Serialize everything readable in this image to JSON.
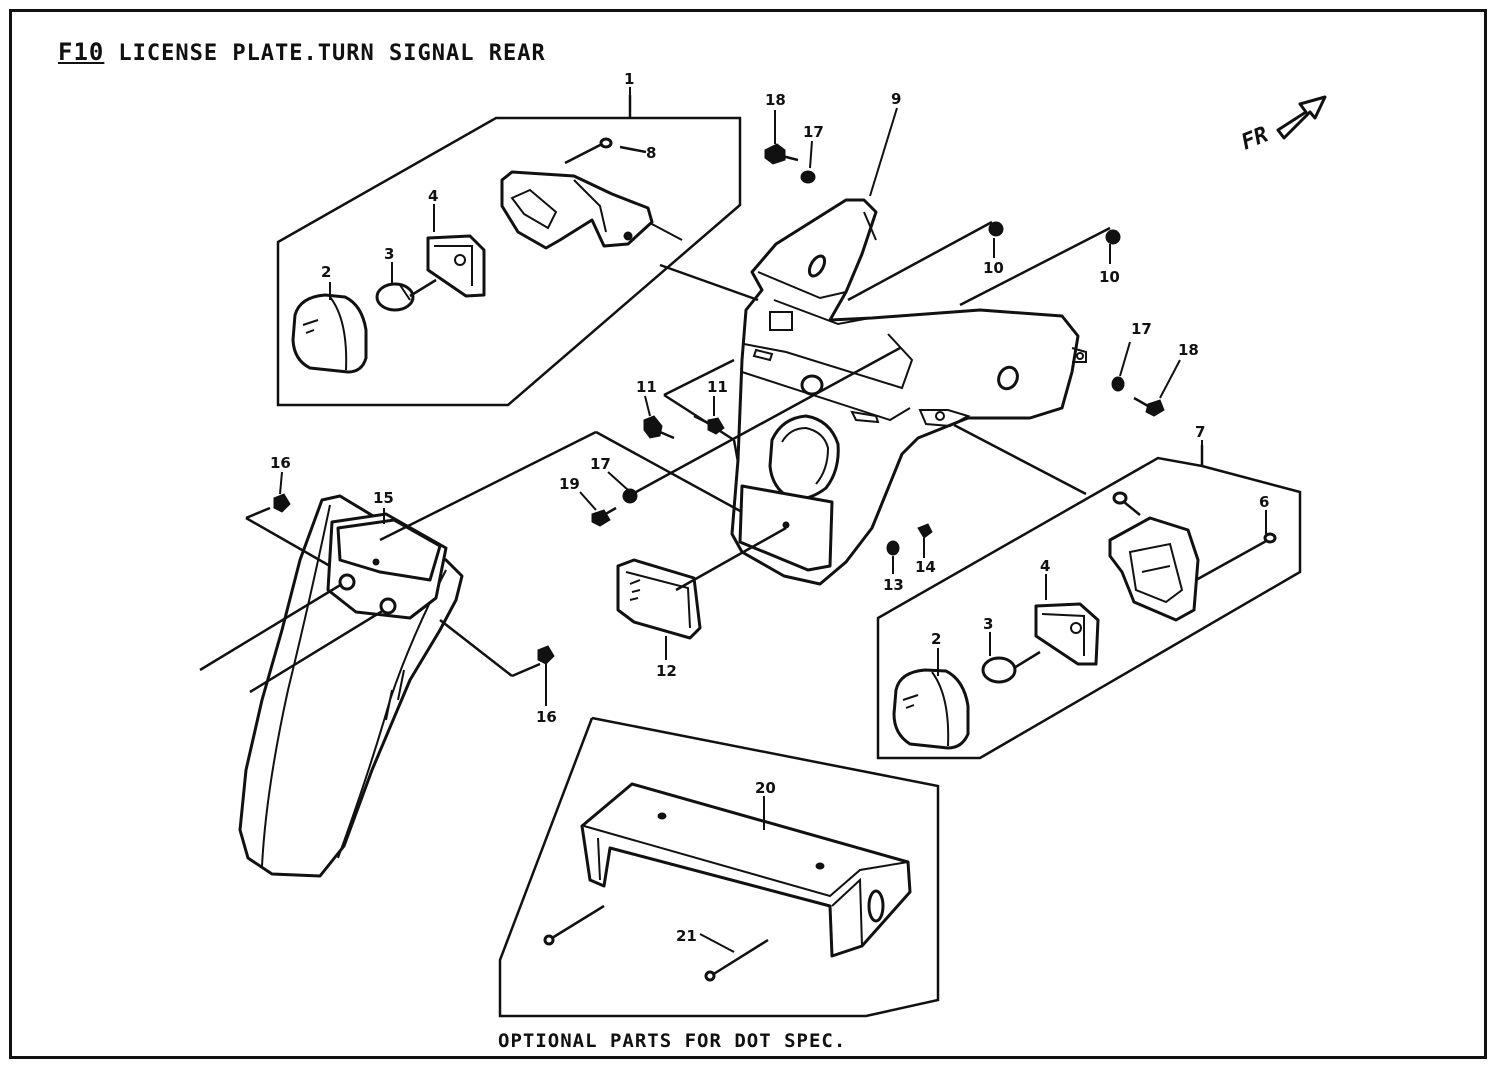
{
  "title": {
    "code": "F10",
    "text": "LICENSE PLATE.TURN SIGNAL REAR"
  },
  "direction_label": "FR",
  "footer_note": "OPTIONAL PARTS FOR DOT SPEC.",
  "callouts": {
    "c1": "1",
    "c2a": "2",
    "c3a": "3",
    "c4a": "4",
    "c8": "8",
    "c9": "9",
    "c18a": "18",
    "c17a": "17",
    "c10a": "10",
    "c10b": "10",
    "c17b": "17",
    "c18b": "18",
    "c11a": "11",
    "c11b": "11",
    "c7": "7",
    "c6": "6",
    "c16a": "16",
    "c15": "15",
    "c19": "19",
    "c17c": "17",
    "c13": "13",
    "c14": "14",
    "c4b": "4",
    "c3b": "3",
    "c2b": "2",
    "c12": "12",
    "c16b": "16",
    "c20": "20",
    "c21": "21"
  }
}
